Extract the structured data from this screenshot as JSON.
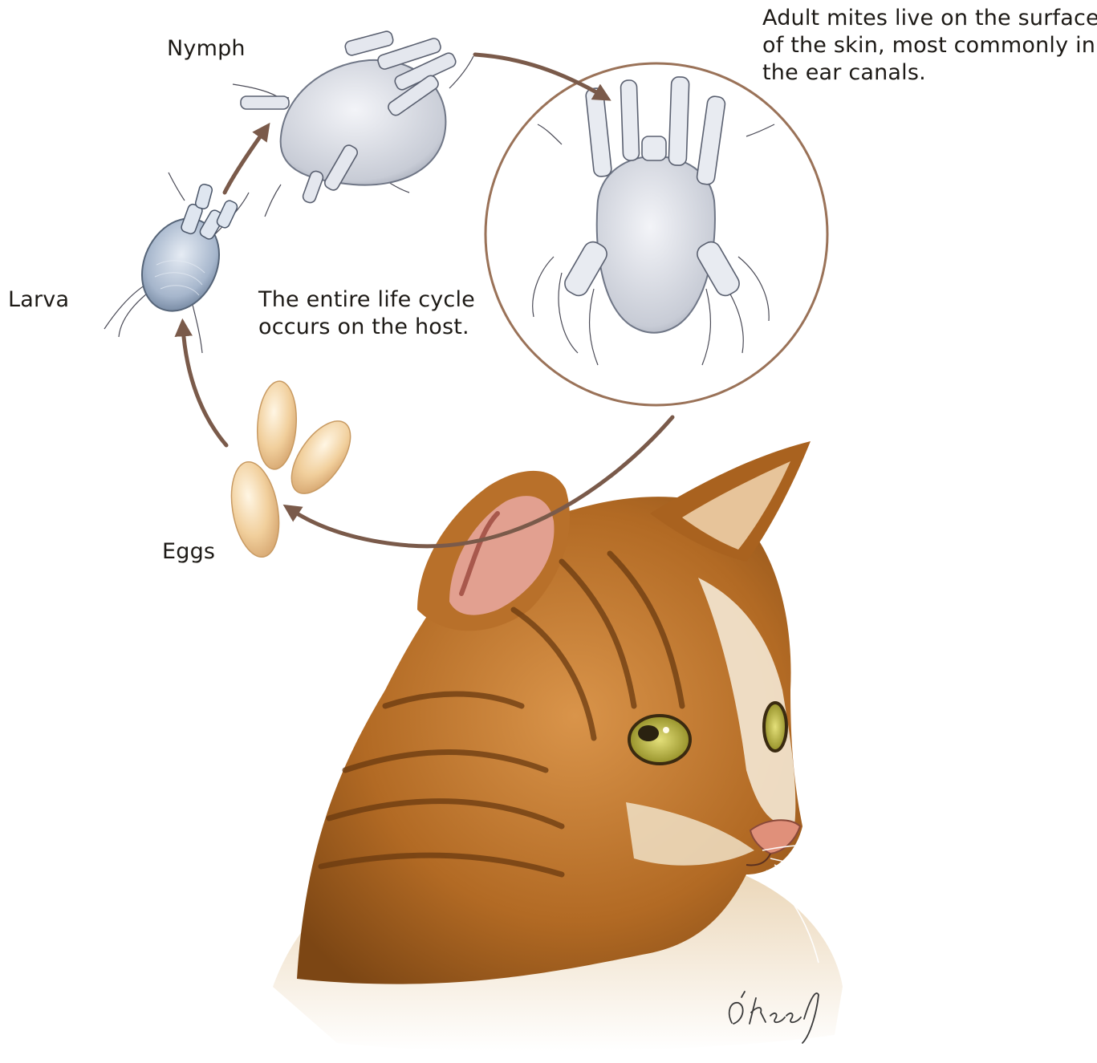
{
  "labels": {
    "nymph": "Nymph",
    "larva": "Larva",
    "eggs": "Eggs",
    "life_cycle": [
      "The entire life cycle",
      "occurs on the host."
    ],
    "adult": [
      "Adult mites live on the surface",
      "of the skin, most commonly in",
      "the ear canals."
    ]
  },
  "signature": "O'Keefe",
  "colors": {
    "arrow": "#7a5a4a",
    "circle": "#9a7258",
    "mite": "#c9ced8",
    "larva_body": "#9fb0c6",
    "egg": "#f1cf9c",
    "fur": "#b8702a",
    "eye": "#c8c24a"
  }
}
